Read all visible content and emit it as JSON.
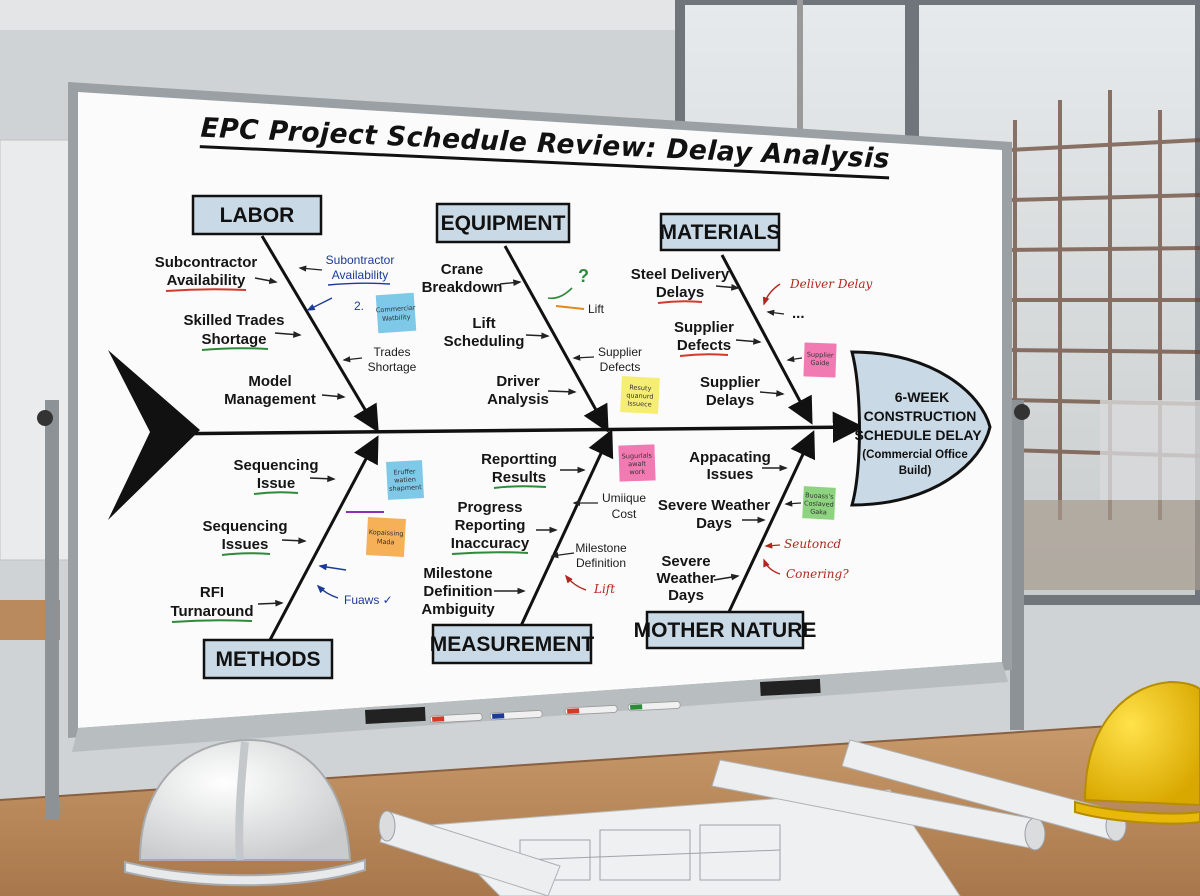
{
  "title": "EPC Project Schedule Review: Delay Analysis",
  "effect": {
    "line1": "6-WEEK",
    "line2": "CONSTRUCTION",
    "line3": "SCHEDULE DELAY",
    "sub1": "(Commercial Office",
    "sub2": "Build)"
  },
  "categories": {
    "labor": "LABOR",
    "equipment": "EQUIPMENT",
    "materials": "MATERIALS",
    "methods": "METHODS",
    "measurement": "MEASUREMENT",
    "mother_nature": "MOTHER NATURE"
  },
  "labor": {
    "c1a": "Subcontractor",
    "c1b": "Availability",
    "c2a": "Skilled Trades",
    "c2b": "Shortage",
    "c3a": "Model",
    "c3b": "Management",
    "n1a": "Subontractor",
    "n1b": "Availability",
    "n2": "2.",
    "n3a": "Trades",
    "n3b": "Shortage",
    "sticky1a": "Commerciar",
    "sticky1b": "Watbility"
  },
  "equipment": {
    "c1a": "Crane",
    "c1b": "Breakdown",
    "c2a": "Lift",
    "c2b": "Scheduling",
    "c3a": "Driver",
    "c3b": "Analysis",
    "q": "?",
    "n1": "Lift",
    "n2a": "Supplier",
    "n2b": "Defects",
    "sticky1a": "Resuty",
    "sticky1b": "quanurd",
    "sticky1c": "Issuece"
  },
  "materials": {
    "c1a": "Steel Delivery",
    "c1b": "Delays",
    "c2a": "Supplier",
    "c2b": "Defects",
    "c3a": "Supplier",
    "c3b": "Delays",
    "n1": "Deliver Delay",
    "n2": "...",
    "sticky1a": "Supplier",
    "sticky1b": "Gaide"
  },
  "methods": {
    "c1a": "Sequencing",
    "c1b": "Issue",
    "c2a": "Sequencing",
    "c2b": "Issues",
    "c3a": "RFI",
    "c3b": "Turnaround",
    "n1": "Fuaws ✓",
    "sticky1a": "Eruffer",
    "sticky1b": "watien",
    "sticky1c": "shapment",
    "sticky2a": "Kopaissing",
    "sticky2b": "Mada"
  },
  "measurement": {
    "c1a": "Reportting",
    "c1b": "Results",
    "c2a": "Progress",
    "c2b": "Reporting",
    "c2c": "Inaccuracy",
    "c3a": "Milestone",
    "c3b": "Definition",
    "c3c": "Ambiguity",
    "n1a": "Umiique",
    "n1b": "Cost",
    "n2a": "Milestone",
    "n2b": "Definition",
    "n3": "Lift",
    "sticky1a": "Sugurlals",
    "sticky1b": "awalt",
    "sticky1c": "work"
  },
  "mother_nature": {
    "c1a": "Appacating",
    "c1b": "Issues",
    "c2a": "Severe Weather",
    "c2b": "Days",
    "c3a": "Severe",
    "c3b": "Weather",
    "c3c": "Days",
    "n1": "Seutoncd",
    "n2": "Conering?",
    "sticky1a": "Buoass's",
    "sticky1b": "Coslaved",
    "sticky1c": "Gaka"
  },
  "colors": {
    "category_box": "#c9d9e6",
    "effect_head": "#c9d9e6",
    "underline_red": "#d23a2c",
    "underline_green": "#2e8b3a",
    "marker_blue": "#1b3b9a",
    "marker_orange": "#e08a1e",
    "sticky_blue": "#7ec8e8",
    "sticky_yellow": "#f6ee74",
    "sticky_pink": "#f27ab2",
    "sticky_orange": "#f6b058",
    "sticky_green": "#8ed37f",
    "hardhat_yellow": "#f5cf12"
  }
}
